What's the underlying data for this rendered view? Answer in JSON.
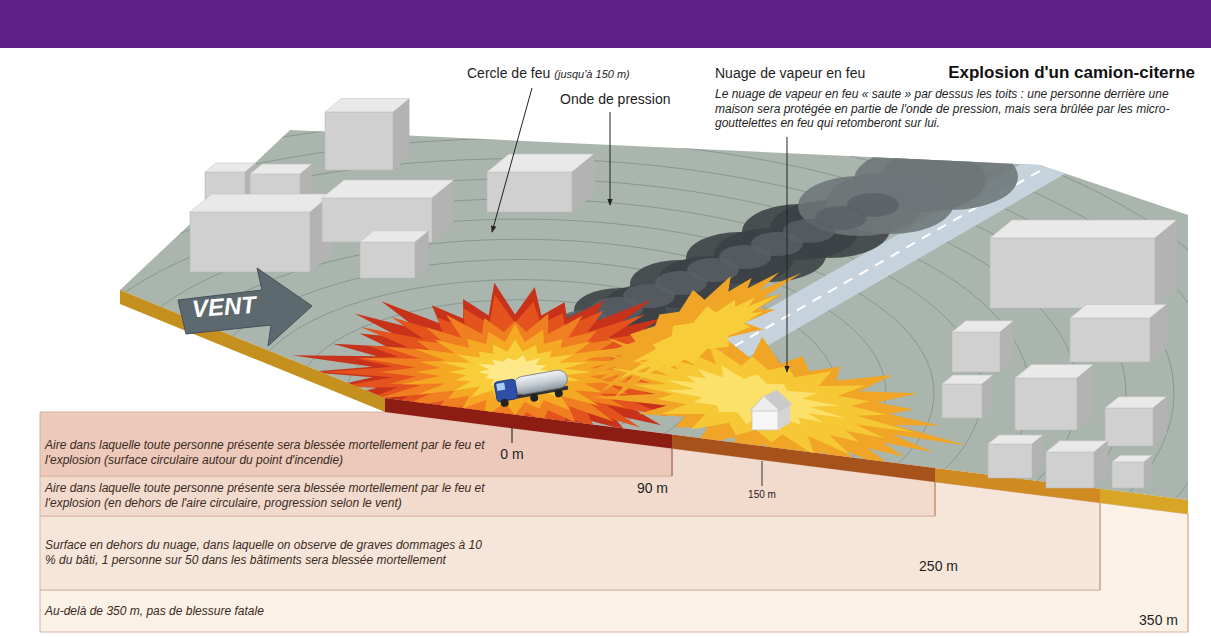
{
  "diagram": {
    "title": "Explosion d'un camion-citerne",
    "nodes": [
      {
        "text": [
          "Aire dans laquelle toute personne présente sera blessée mortellement par le feu et l'explosion (surface circulaire autour du point d'incendie)"
        ]
      },
      {
        "text": [
          "Aire dans laquelle toute personne présente sera blessée mortellement par le feu et l'explosion (en dehors de l'aire circulaire, progression selon le vent)"
        ]
      },
      {
        "text": [
          "Surface en dehors du nuage, dans laquelle on observe de graves dommages à 10 % du bâti, 1 personne sur 50 dans les bâtiments sera blessée mortellement"
        ]
      },
      {
        "text": [
          "Au-delà de 350 m, pas de blessure fatale"
        ]
      }
    ],
    "labels": [
      "Cercle de feu",
      "(jusqu'à 150 m)",
      "Onde de pression",
      "Nuage de vapeur en feu",
      "Le nuage de vapeur en feu « saute » par dessus les toits : une personne derrière une maison sera protégée en partie de l'onde de pression, mais sera brûlée par les micro-gouttelettes en feu qui retomberont sur lui.",
      "VENT",
      "0 m",
      "90 m",
      "150 m",
      "250 m",
      "350 m"
    ]
  }
}
